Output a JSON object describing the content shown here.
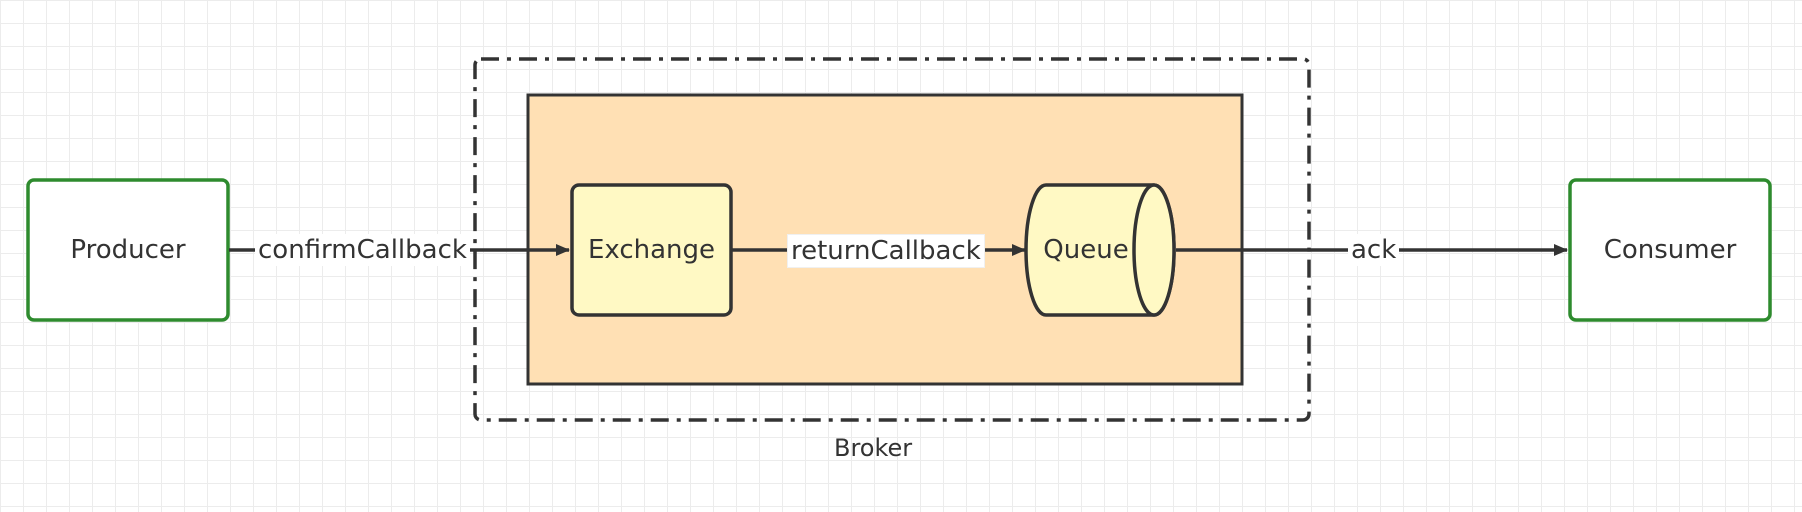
{
  "nodes": {
    "producer": "Producer",
    "exchange": "Exchange",
    "queue": "Queue",
    "consumer": "Consumer"
  },
  "edges": {
    "confirm": "confirmCallback",
    "return": "returnCallback",
    "ack": "ack"
  },
  "groups": {
    "broker": "Broker"
  },
  "colors": {
    "green_border": "#2e8b2e",
    "panel_fill": "#ffe0b4",
    "node_fill": "#fff9c4",
    "stroke": "#333333"
  }
}
